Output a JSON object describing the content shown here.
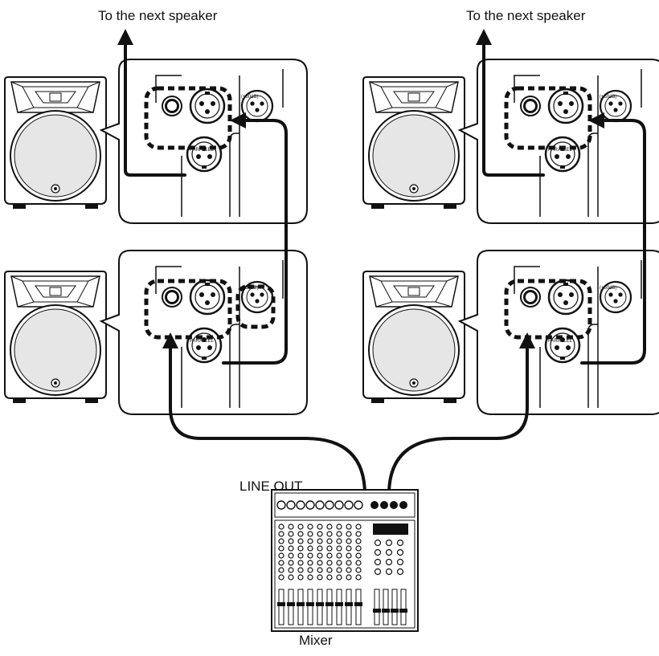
{
  "labels": {
    "next_speaker_left": "To the next speaker",
    "next_speaker_right": "To the next speaker",
    "line_out": "LINE OUT",
    "mixer": "Mixer"
  },
  "panel": {
    "parallel_label": "PARALLEL",
    "input_label": "INPUT",
    "level_label": "(+50dB)"
  },
  "colors": {
    "line": "#111111",
    "cone": "#e6e6e6",
    "panel_bg": "#ffffff"
  }
}
